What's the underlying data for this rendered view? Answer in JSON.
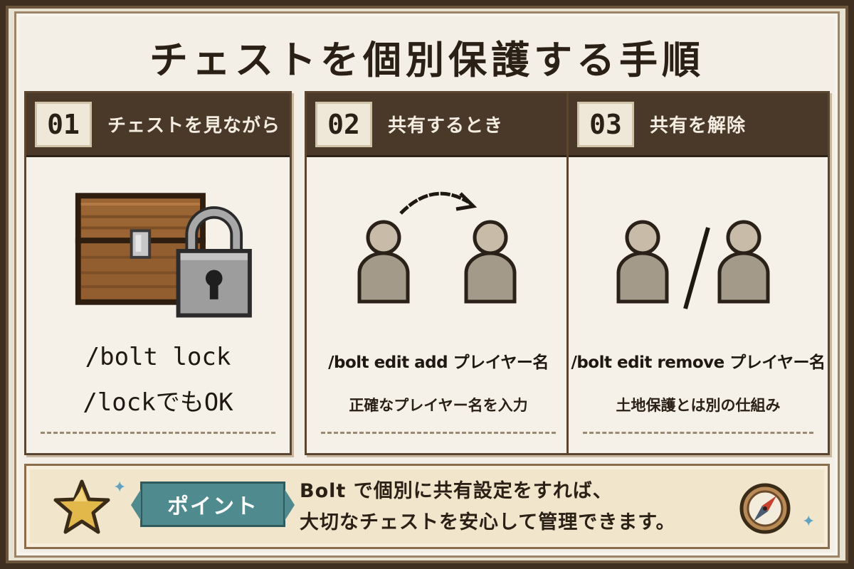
{
  "title": "チェストを個別保護する手順",
  "steps": [
    {
      "number": "01",
      "label": "チェストを見ながら",
      "lines": [
        "/bolt lock",
        "/lockでもOK"
      ]
    },
    {
      "number": "02",
      "label": "共有するとき",
      "command": "/bolt edit add プレイヤー名",
      "note": "正確なプレイヤー名を入力"
    },
    {
      "number": "03",
      "label": "共有を解除",
      "command": "/bolt edit remove プレイヤー名",
      "note": "土地保護とは別の仕組み"
    }
  ],
  "point": {
    "badge": "ポイント",
    "line1": "Bolt で個別に共有設定をすれば、",
    "line2": "大切なチェストを安心して管理できます。"
  },
  "icons": [
    "chest-icon",
    "padlock-icon",
    "person-icon",
    "arrow-icon",
    "slash-icon",
    "star-icon",
    "compass-icon",
    "sparkle-icon"
  ],
  "colors": {
    "header": "#4a3828",
    "badge": "#4f8a8f",
    "paper": "#f3efe6"
  }
}
